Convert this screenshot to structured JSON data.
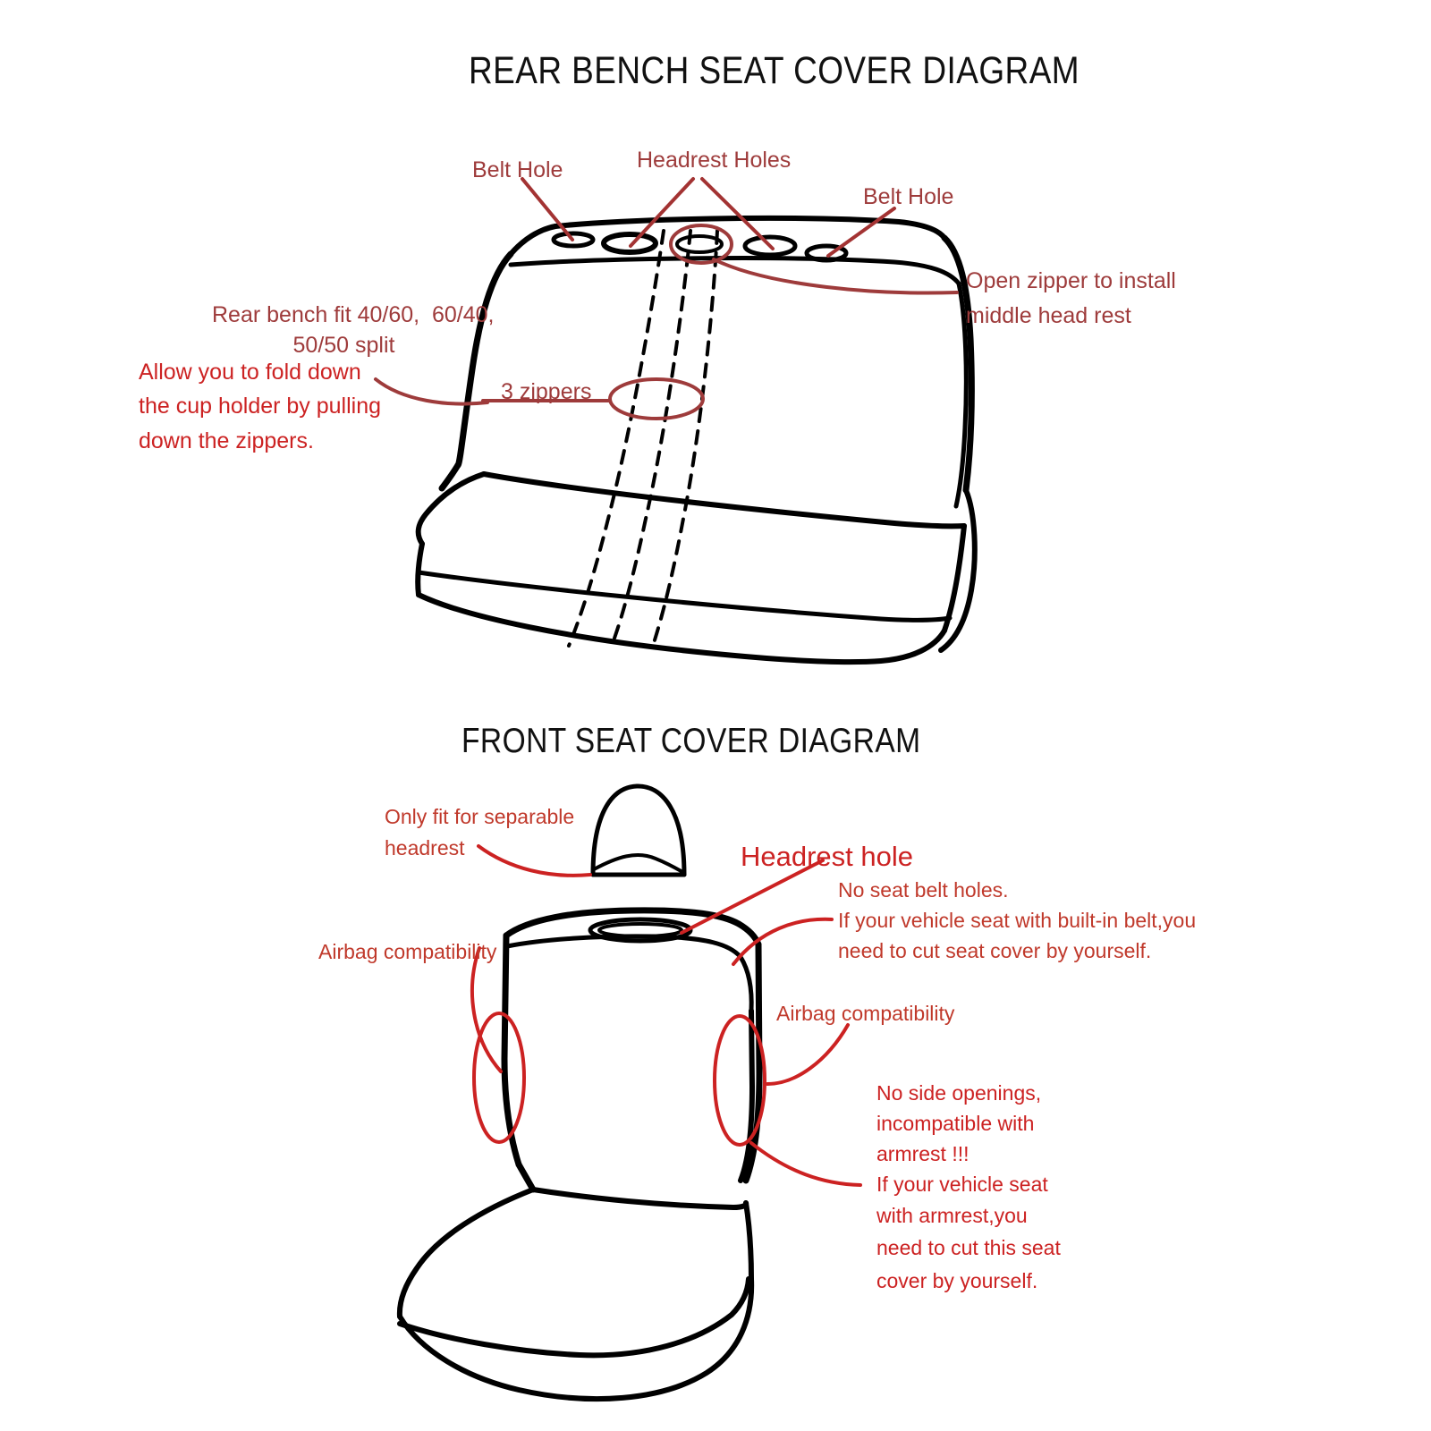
{
  "page": {
    "background": "#ffffff",
    "ink_black": "#000000",
    "ink_red_dark": "#9e3b3b",
    "ink_red_bright": "#cc2222",
    "ink_red_mid": "#c0392b"
  },
  "diagrams": [
    {
      "id": "rear-bench",
      "title": "REAR BENCH SEAT COVER DIAGRAM",
      "annotations": {
        "belt_hole_left": "Belt Hole",
        "headrest_holes": "Headrest Holes",
        "belt_hole_right": "Belt Hole",
        "open_zipper_line1": "Open zipper to install",
        "open_zipper_line2": "middle head rest",
        "split_fit_line1": "Rear bench fit 40/60,  60/40,",
        "split_fit_line2": "50/50 split",
        "fold_down_line1": "Allow you to fold down",
        "fold_down_line2": "the cup holder by pulling",
        "fold_down_line3": "down the zippers.",
        "three_zippers": "3 zippers"
      }
    },
    {
      "id": "front-seat",
      "title": "FRONT SEAT COVER DIAGRAM",
      "annotations": {
        "separable_line1": "Only fit for separable",
        "separable_line2": "headrest",
        "headrest_hole": "Headrest hole",
        "no_belt_line1": "No seat belt holes.",
        "no_belt_line2": "If your vehicle seat with built-in belt,you",
        "no_belt_line3": "need to cut seat cover by yourself.",
        "airbag_left": "Airbag compatibility",
        "airbag_right": "Airbag compatibility",
        "no_side_line1": "No side openings,",
        "no_side_line2": "incompatible with",
        "no_side_line3": "armrest !!!",
        "no_side_line4": "If your vehicle seat",
        "no_side_line5": "with armrest,you",
        "no_side_line6": "need to cut this seat",
        "no_side_line7": "cover by yourself."
      }
    }
  ]
}
